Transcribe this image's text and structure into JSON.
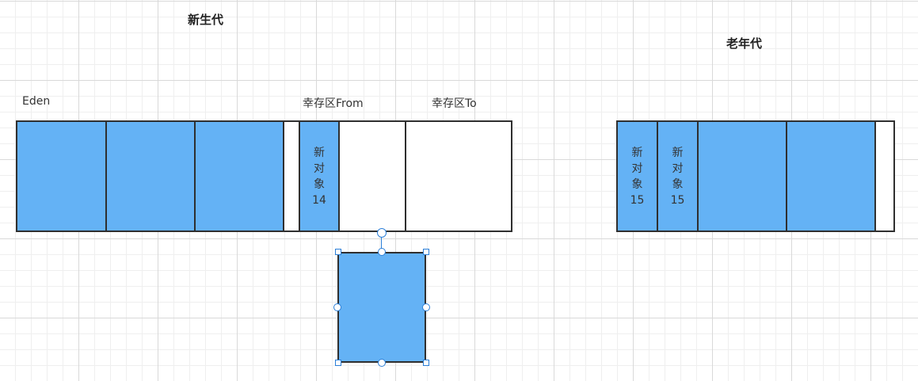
{
  "young_gen": {
    "title": "新生代",
    "eden_label": "Eden",
    "from_label": "幸存区From",
    "to_label": "幸存区To",
    "cells": [
      {
        "filled": true,
        "text": ""
      },
      {
        "filled": true,
        "text": ""
      },
      {
        "filled": true,
        "text": ""
      },
      {
        "filled": false,
        "text": ""
      },
      {
        "filled": true,
        "text": "新\n对\n象\n14"
      },
      {
        "filled": false,
        "text": ""
      },
      {
        "filled": false,
        "text": ""
      }
    ]
  },
  "old_gen": {
    "title": "老年代",
    "cells": [
      {
        "filled": true,
        "text": "新\n对\n象\n15"
      },
      {
        "filled": true,
        "text": "新\n对\n象\n15"
      },
      {
        "filled": true,
        "text": ""
      },
      {
        "filled": true,
        "text": ""
      },
      {
        "filled": false,
        "text": ""
      }
    ]
  },
  "colors": {
    "fill": "#64b2f5",
    "border": "#2f2f2f",
    "selection": "#2b7fd8"
  }
}
